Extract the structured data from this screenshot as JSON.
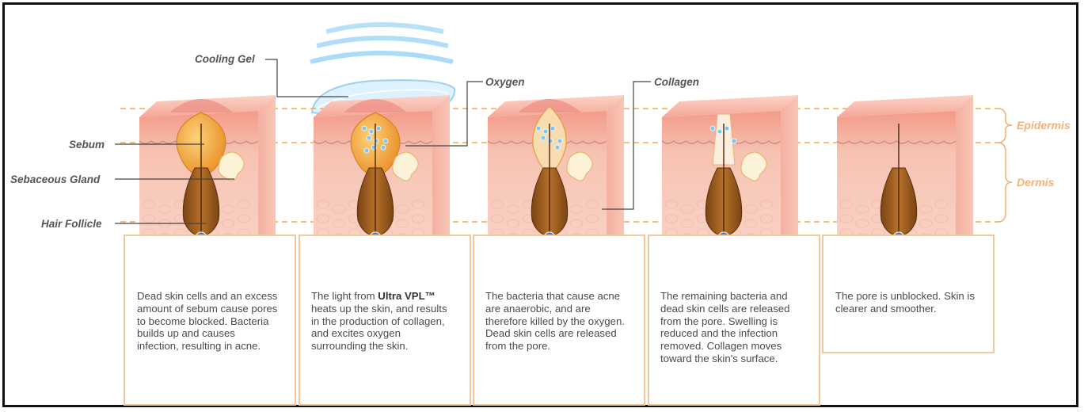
{
  "labels": {
    "cooling_gel": "Cooling Gel",
    "oxygen": "Oxygen",
    "collagen": "Collagen",
    "sebum": "Sebum",
    "sebaceous_gland": "Sebaceous Gland",
    "hair_follicle": "Hair Follicle",
    "epidermis": "Epidermis",
    "dermis": "Dermis"
  },
  "steps": [
    {
      "text": "Dead skin cells and an excess amount of sebum cause pores to become blocked. Bacteria builds up and causes infection, resulting in acne."
    },
    {
      "text_pre": "The light from ",
      "brand": "Ultra VPL™",
      "text_post": " heats up the skin, and results in the production of collagen, and excites oxygen surrounding the skin."
    },
    {
      "text": "The bacteria that cause acne are anaerobic, and are therefore killed by the oxygen. Dead skin cells are released from the pore."
    },
    {
      "text": "The remaining bacteria and dead skin cells are released from the pore. Swelling is reduced and the infection removed. Collagen moves toward the skin's surface."
    },
    {
      "text": "The pore is unblocked. Skin is clearer and smoother."
    }
  ],
  "colors": {
    "accent_orange": "#f2b27a",
    "skin_pink": "#f6b3a5",
    "sebum_orange": "#f0a43a",
    "follicle_brown": "#9a5a1e",
    "vein_blue": "#3a7ac9",
    "artery_red": "#b0283a",
    "light_blue": "#7cc8f2"
  }
}
